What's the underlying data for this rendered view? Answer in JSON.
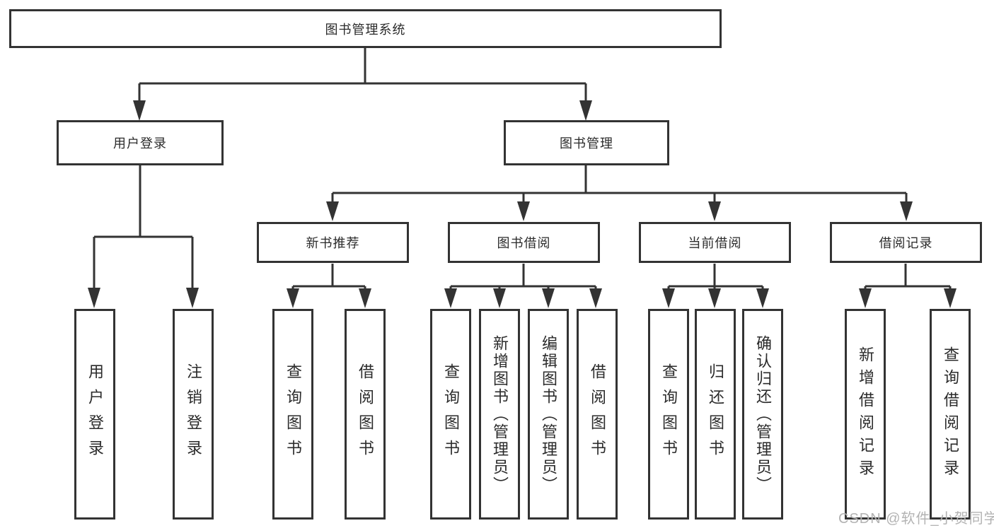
{
  "tree": {
    "root": "图书管理系统",
    "l2": [
      {
        "label": "用户登录",
        "children": [
          "用户登录",
          "注销登录"
        ]
      },
      {
        "label": "图书管理",
        "children": [
          {
            "label": "新书推荐",
            "children": [
              "查询图书",
              "借阅图书"
            ]
          },
          {
            "label": "图书借阅",
            "children": [
              "查询图书",
              "新增图书（管理员）",
              "编辑图书（管理员）",
              "借阅图书"
            ]
          },
          {
            "label": "当前借阅",
            "children": [
              "查询图书",
              "归还图书",
              "确认归还（管理员）"
            ]
          },
          {
            "label": "借阅记录",
            "children": [
              "新增借阅记录",
              "查询借阅记录"
            ]
          }
        ]
      }
    ]
  },
  "watermark": {
    "text": "CSDN @软件_小贺同学"
  },
  "colors": {
    "line": "#333333",
    "text": "#2b2b2b",
    "watermark": "#b3b3b3",
    "background": "#ffffff"
  }
}
